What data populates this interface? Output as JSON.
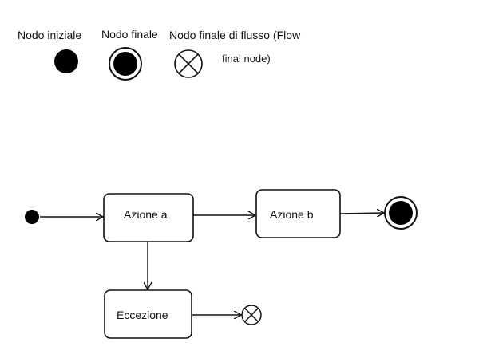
{
  "legend": {
    "initial_label": "Nodo iniziale",
    "final_label": "Nodo finale",
    "flow_final_label_line1": "Nodo finale di flusso (Flow",
    "flow_final_label_line2": "final node)"
  },
  "diagram": {
    "action_a": "Azione a",
    "action_b": "Azione b",
    "exception": "Eccezione"
  },
  "colors": {
    "stroke": "#111111",
    "fill": "#000000",
    "background": "#ffffff"
  }
}
